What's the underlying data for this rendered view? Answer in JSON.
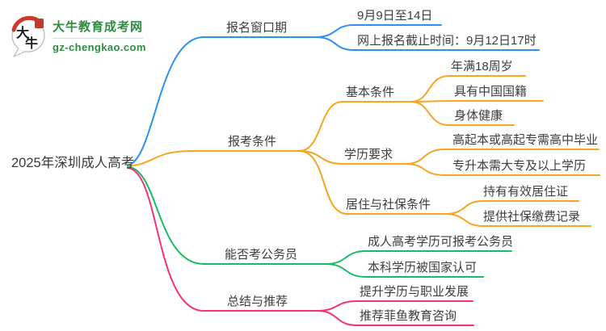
{
  "logo": {
    "icon_text_top": "大",
    "icon_text_bottom": "牛",
    "title": "大牛教育成考网",
    "subtitle": "gz-chengkao.com",
    "brand_color": "#2E8B40",
    "accent_red": "#C23A2B"
  },
  "root": {
    "label": "2025年深圳成人高考"
  },
  "branches": [
    {
      "label": "报名窗口期",
      "color": "#2E90F0",
      "children": [
        {
          "label": "9月9日至14日"
        },
        {
          "label": "网上报名截止时间：9月12日17时"
        }
      ]
    },
    {
      "label": "报考条件",
      "color": "#F8A51F",
      "children": [
        {
          "label": "基本条件",
          "children": [
            {
              "label": "年满18周岁"
            },
            {
              "label": "具有中国国籍"
            },
            {
              "label": "身体健康"
            }
          ]
        },
        {
          "label": "学历要求",
          "children": [
            {
              "label": "高起本或高起专需高中毕业"
            },
            {
              "label": "专升本需大专及以上学历"
            }
          ]
        },
        {
          "label": "居住与社保条件",
          "children": [
            {
              "label": "持有有效居住证"
            },
            {
              "label": "提供社保缴费记录"
            }
          ]
        }
      ]
    },
    {
      "label": "能否考公务员",
      "color": "#17BD61",
      "children": [
        {
          "label": "成人高考学历可报考公务员"
        },
        {
          "label": "本科学历被国家认可"
        }
      ]
    },
    {
      "label": "总结与推荐",
      "color": "#F5307D",
      "children": [
        {
          "label": "提升学历与职业发展"
        },
        {
          "label": "推荐菲鱼教育咨询"
        }
      ]
    }
  ]
}
